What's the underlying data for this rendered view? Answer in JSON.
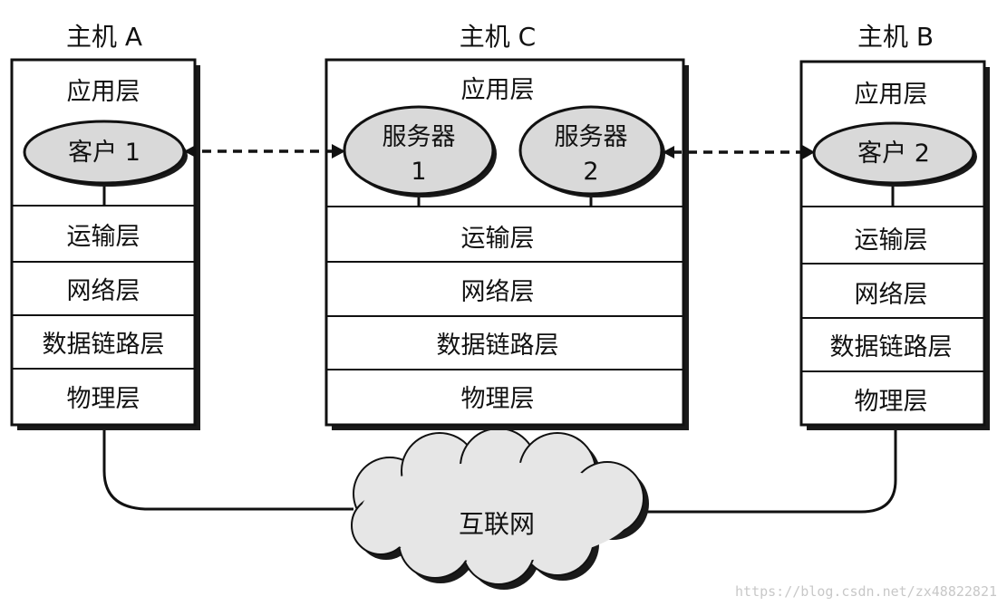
{
  "hosts": {
    "a": {
      "title": "主机 A",
      "app_layer": "应用层",
      "process": "客户 1",
      "layers": [
        "运输层",
        "网络层",
        "数据链路层",
        "物理层"
      ]
    },
    "c": {
      "title": "主机 C",
      "app_layer": "应用层",
      "server1": {
        "line1": "服务器",
        "line2": "1"
      },
      "server2": {
        "line1": "服务器",
        "line2": "2"
      },
      "layers": [
        "运输层",
        "网络层",
        "数据链路层",
        "物理层"
      ]
    },
    "b": {
      "title": "主机 B",
      "app_layer": "应用层",
      "process": "客户 2",
      "layers": [
        "运输层",
        "网络层",
        "数据链路层",
        "物理层"
      ]
    }
  },
  "network": {
    "label": "互联网"
  },
  "watermark": "https://blog.csdn.net/zx48822821"
}
